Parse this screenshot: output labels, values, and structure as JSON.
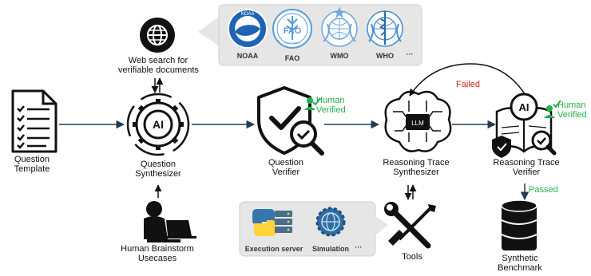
{
  "nodes": {
    "web_search": {
      "line1": "Web search for",
      "line2": "verifiable documents"
    },
    "question_template": {
      "line1": "Question",
      "line2": "Template"
    },
    "question_synth": {
      "line1": "Question",
      "line2": "Synthesizer"
    },
    "question_verifier": {
      "line1": "Question",
      "line2": "Verifier"
    },
    "trace_synth": {
      "line1": "Reasoning Trace",
      "line2": "Synthesizer"
    },
    "trace_verifier": {
      "line1": "Reasoning Trace",
      "line2": "Verifier"
    },
    "brainstorm": {
      "line1": "Human Brainstorm",
      "line2": "Usecases"
    },
    "tools": {
      "line1": "Tools"
    },
    "benchmark": {
      "line1": "Synthetic",
      "line2": "Benchmark"
    }
  },
  "badges": {
    "human_verified_1": {
      "line1": "Human",
      "line2": "Verified"
    },
    "human_verified_2": {
      "line1": "Human",
      "line2": "Verified"
    }
  },
  "edges": {
    "failed": "Failed",
    "passed": "Passed"
  },
  "sources_panel": {
    "items": [
      {
        "label": "NOAA",
        "icon": "noaa-logo"
      },
      {
        "label": "FAO",
        "icon": "fao-logo",
        "logo_text": "FAO",
        "motto": "FIAT PANIS"
      },
      {
        "label": "WMO",
        "icon": "wmo-logo"
      },
      {
        "label": "WHO",
        "icon": "who-logo"
      }
    ],
    "more": "···"
  },
  "tools_panel": {
    "items": [
      {
        "label": "Execution server",
        "icon": "python-server-icon"
      },
      {
        "label": "Simulation",
        "icon": "simulation-globe-icon"
      }
    ],
    "more": "···"
  },
  "icon_text": {
    "ai": "AI",
    "llm": "LLM",
    "noaa_logo": "NOAA"
  },
  "colors": {
    "arrow": "#1f3b57",
    "check_green": "#22b14c",
    "failed_red": "#e02020",
    "panel_bg": "#e6e6e6",
    "logo_blue": "#5b9bd5"
  }
}
